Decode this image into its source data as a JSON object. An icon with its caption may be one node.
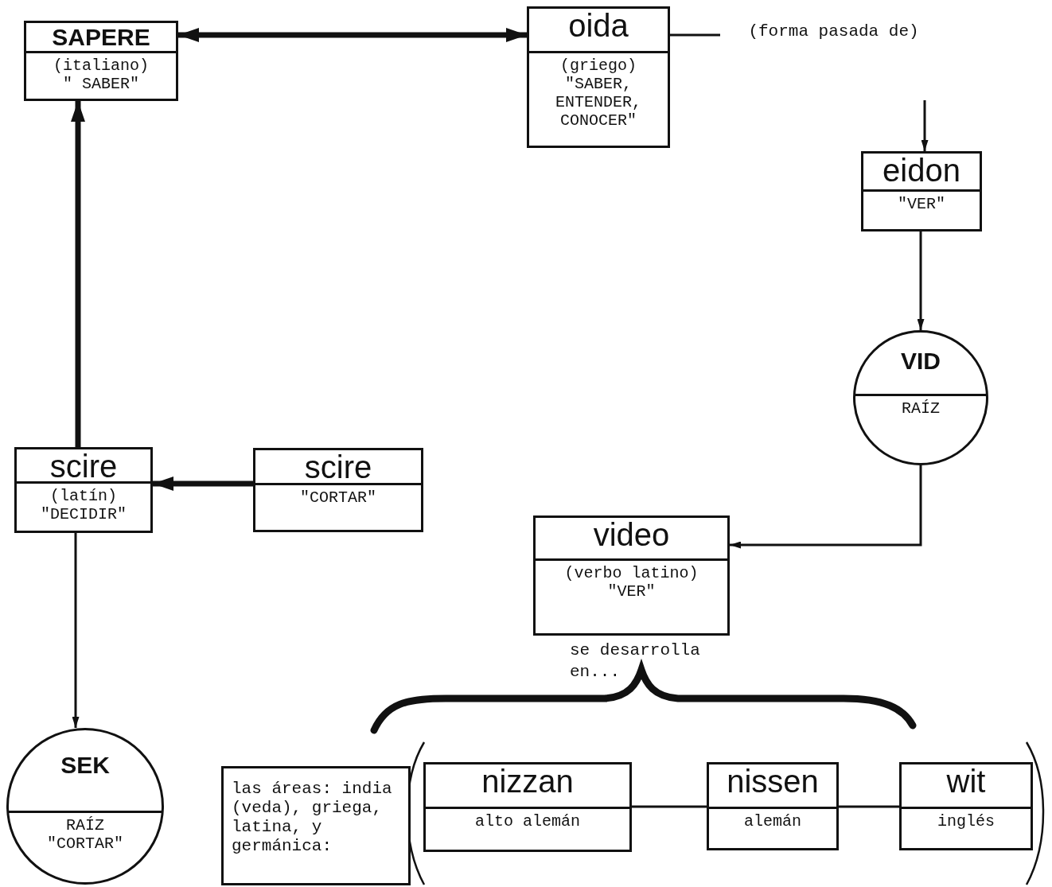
{
  "diagram": {
    "nodes": [
      {
        "text": [
          "SAPERE",
          "(italiano)",
          "\" SABER\""
        ]
      },
      {
        "text": [
          "oida",
          "(griego)",
          "\"SABER, ENTENDER, CONOCER\""
        ]
      },
      {
        "text": [
          "(forma pasada de)"
        ]
      },
      {
        "text": [
          "eidon",
          "\"VER\""
        ]
      },
      {
        "text": [
          "VID",
          "RAÍZ"
        ]
      },
      {
        "text": [
          "scire",
          "(latín)",
          "\"DECIDIR\""
        ]
      },
      {
        "text": [
          "scire",
          "\"CORTAR\""
        ]
      },
      {
        "text": [
          "video",
          "(verbo latino)",
          "\"VER\""
        ]
      },
      {
        "text": [
          "SEK",
          "RAÍZ",
          "\"CORTAR\""
        ]
      },
      {
        "text": [
          "las áreas: india (veda), griega, latina, y germánica:"
        ]
      },
      {
        "text": [
          "nizzan",
          "alto alemán"
        ]
      },
      {
        "text": [
          "nissen",
          "alemán"
        ]
      },
      {
        "text": [
          "wit",
          "inglés"
        ]
      }
    ],
    "edges": [
      {
        "from": 0,
        "to": 1,
        "arrow": "both",
        "style": "thick"
      },
      {
        "from": 1,
        "to": 2,
        "arrow": "none"
      },
      {
        "from": 2,
        "to": 3,
        "arrow": "to"
      },
      {
        "from": 3,
        "to": 4,
        "arrow": "to"
      },
      {
        "from": 4,
        "to": 7,
        "arrow": "to"
      },
      {
        "from": 5,
        "to": 0,
        "arrow": "to",
        "style": "thick"
      },
      {
        "from": 6,
        "to": 5,
        "arrow": "to",
        "style": "thick"
      },
      {
        "from": 5,
        "to": 8,
        "arrow": "to"
      },
      {
        "from": 10,
        "to": 11,
        "arrow": "none"
      },
      {
        "from": 11,
        "to": 12,
        "arrow": "none"
      }
    ],
    "labels": [
      "se desarrolla en..."
    ]
  }
}
